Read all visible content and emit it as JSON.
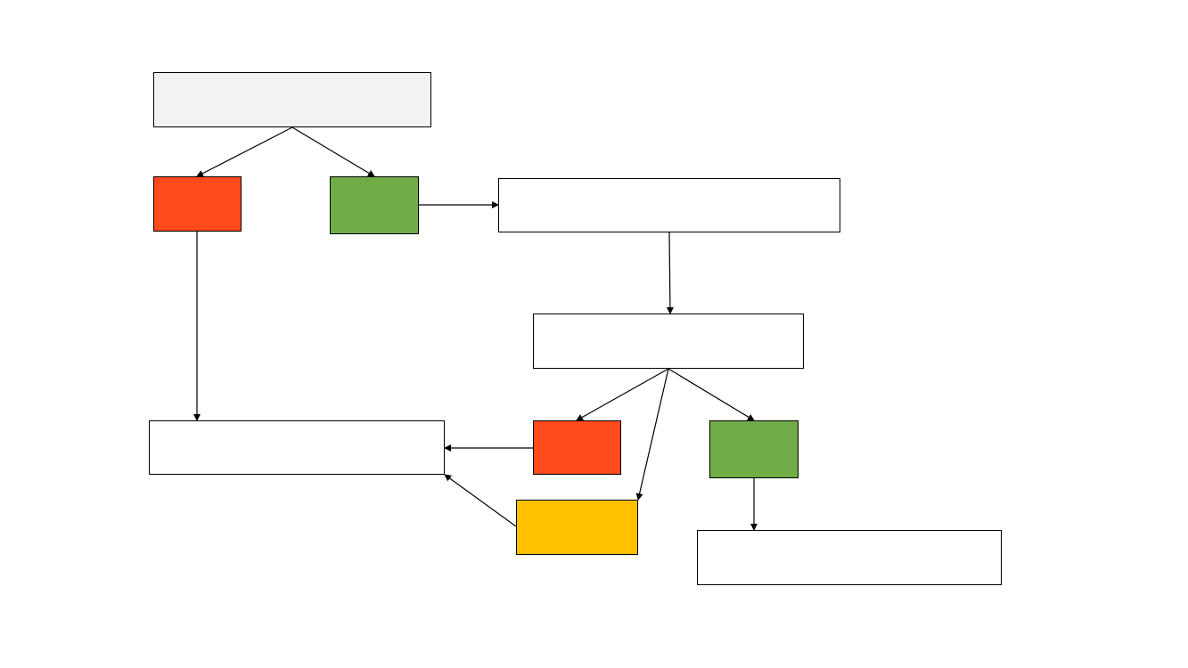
{
  "diagram": {
    "nodes": {
      "start": {
        "label": "",
        "fill": "#f2f2f2"
      },
      "no_branch_1": {
        "label": "",
        "fill": "#ff4a1c"
      },
      "yes_branch_1": {
        "label": "",
        "fill": "#70ad47"
      },
      "step_1": {
        "label": "",
        "fill": "#ffffff"
      },
      "step_2": {
        "label": "",
        "fill": "#ffffff"
      },
      "result_left": {
        "label": "",
        "fill": "#ffffff"
      },
      "no_branch_2": {
        "label": "",
        "fill": "#ff4a1c"
      },
      "yes_branch_2": {
        "label": "",
        "fill": "#70ad47"
      },
      "maybe_branch": {
        "label": "",
        "fill": "#ffc000"
      },
      "result_right": {
        "label": "",
        "fill": "#ffffff"
      }
    },
    "connectors": [
      {
        "from": "start",
        "to": "no_branch_1"
      },
      {
        "from": "start",
        "to": "yes_branch_1"
      },
      {
        "from": "yes_branch_1",
        "to": "step_1"
      },
      {
        "from": "no_branch_1",
        "to": "result_left"
      },
      {
        "from": "step_1",
        "to": "step_2"
      },
      {
        "from": "step_2",
        "to": "no_branch_2"
      },
      {
        "from": "step_2",
        "to": "maybe_branch"
      },
      {
        "from": "step_2",
        "to": "yes_branch_2"
      },
      {
        "from": "no_branch_2",
        "to": "result_left"
      },
      {
        "from": "maybe_branch",
        "to": "result_left"
      },
      {
        "from": "yes_branch_2",
        "to": "result_right"
      }
    ],
    "colors": {
      "line": "#000000",
      "border": "#000000"
    }
  }
}
